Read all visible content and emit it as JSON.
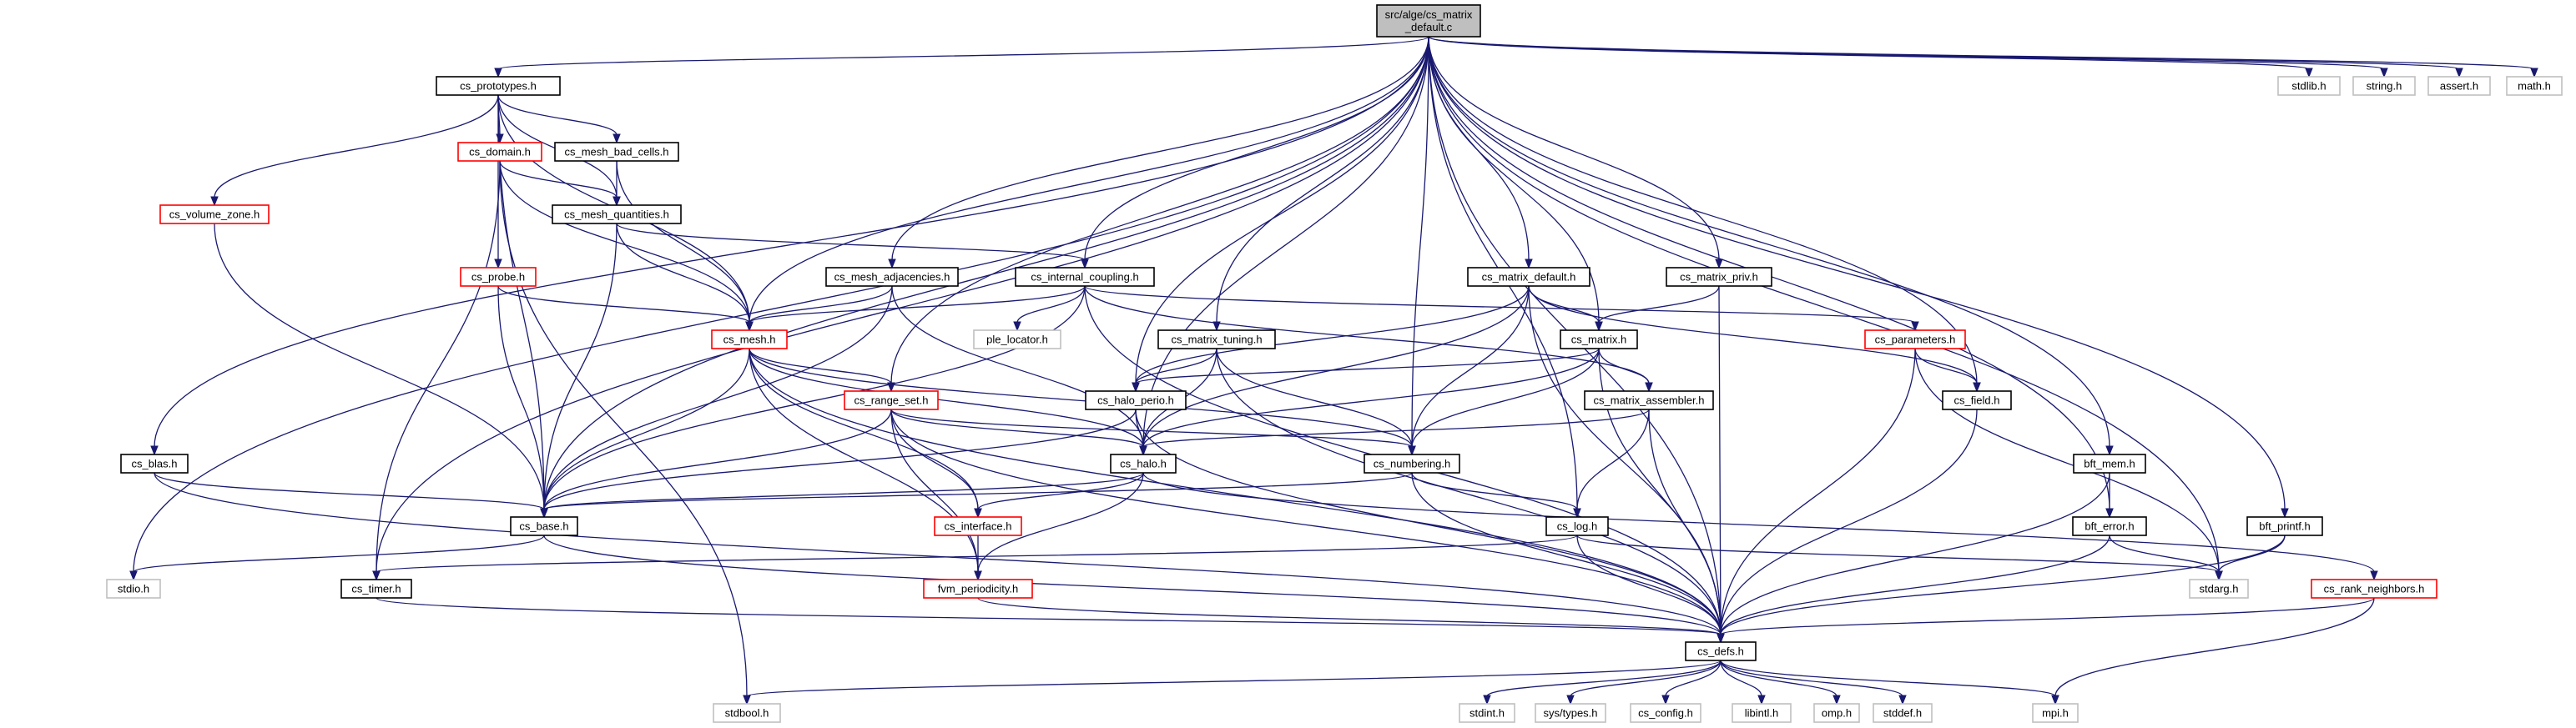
{
  "graph": {
    "title": "src/alge/cs_matrix_default.c",
    "edge_color": "#191970",
    "colors": {
      "std": "#000000",
      "red": "#ff0000",
      "ext": "#bfbfbf",
      "root_fill": "#bfbfbf"
    },
    "nodes": [
      {
        "id": "root",
        "lines": [
          "src/alge/cs_matrix",
          "_default.c"
        ],
        "kind": "root"
      },
      {
        "id": "cs_prototypes.h",
        "lines": [
          "cs_prototypes.h"
        ],
        "kind": "std"
      },
      {
        "id": "stdlib.h",
        "lines": [
          "stdlib.h"
        ],
        "kind": "ext"
      },
      {
        "id": "string.h",
        "lines": [
          "string.h"
        ],
        "kind": "ext"
      },
      {
        "id": "assert.h",
        "lines": [
          "assert.h"
        ],
        "kind": "ext"
      },
      {
        "id": "math.h",
        "lines": [
          "math.h"
        ],
        "kind": "ext"
      },
      {
        "id": "cs_domain.h",
        "lines": [
          "cs_domain.h"
        ],
        "kind": "red"
      },
      {
        "id": "cs_mesh_bad_cells.h",
        "lines": [
          "cs_mesh_bad_cells.h"
        ],
        "kind": "std"
      },
      {
        "id": "cs_volume_zone.h",
        "lines": [
          "cs_volume_zone.h"
        ],
        "kind": "red"
      },
      {
        "id": "cs_mesh_quantities.h",
        "lines": [
          "cs_mesh_quantities.h"
        ],
        "kind": "std"
      },
      {
        "id": "cs_probe.h",
        "lines": [
          "cs_probe.h"
        ],
        "kind": "red"
      },
      {
        "id": "cs_mesh_adjacencies.h",
        "lines": [
          "cs_mesh_adjacencies.h"
        ],
        "kind": "std"
      },
      {
        "id": "cs_internal_coupling.h",
        "lines": [
          "cs_internal_coupling.h"
        ],
        "kind": "std"
      },
      {
        "id": "cs_matrix_default.h",
        "lines": [
          "cs_matrix_default.h"
        ],
        "kind": "std"
      },
      {
        "id": "cs_matrix_priv.h",
        "lines": [
          "cs_matrix_priv.h"
        ],
        "kind": "std"
      },
      {
        "id": "cs_mesh.h",
        "lines": [
          "cs_mesh.h"
        ],
        "kind": "red"
      },
      {
        "id": "ple_locator.h",
        "lines": [
          "ple_locator.h"
        ],
        "kind": "ext"
      },
      {
        "id": "cs_matrix_tuning.h",
        "lines": [
          "cs_matrix_tuning.h"
        ],
        "kind": "std"
      },
      {
        "id": "cs_matrix.h",
        "lines": [
          "cs_matrix.h"
        ],
        "kind": "std"
      },
      {
        "id": "cs_parameters.h",
        "lines": [
          "cs_parameters.h"
        ],
        "kind": "red"
      },
      {
        "id": "cs_range_set.h",
        "lines": [
          "cs_range_set.h"
        ],
        "kind": "red"
      },
      {
        "id": "cs_halo_perio.h",
        "lines": [
          "cs_halo_perio.h"
        ],
        "kind": "std"
      },
      {
        "id": "cs_matrix_assembler.h",
        "lines": [
          "cs_matrix_assembler.h"
        ],
        "kind": "std"
      },
      {
        "id": "cs_field.h",
        "lines": [
          "cs_field.h"
        ],
        "kind": "std"
      },
      {
        "id": "cs_blas.h",
        "lines": [
          "cs_blas.h"
        ],
        "kind": "std"
      },
      {
        "id": "cs_halo.h",
        "lines": [
          "cs_halo.h"
        ],
        "kind": "std"
      },
      {
        "id": "cs_numbering.h",
        "lines": [
          "cs_numbering.h"
        ],
        "kind": "std"
      },
      {
        "id": "bft_mem.h",
        "lines": [
          "bft_mem.h"
        ],
        "kind": "std"
      },
      {
        "id": "cs_base.h",
        "lines": [
          "cs_base.h"
        ],
        "kind": "std"
      },
      {
        "id": "cs_interface.h",
        "lines": [
          "cs_interface.h"
        ],
        "kind": "red"
      },
      {
        "id": "cs_log.h",
        "lines": [
          "cs_log.h"
        ],
        "kind": "std"
      },
      {
        "id": "bft_error.h",
        "lines": [
          "bft_error.h"
        ],
        "kind": "std"
      },
      {
        "id": "bft_printf.h",
        "lines": [
          "bft_printf.h"
        ],
        "kind": "std"
      },
      {
        "id": "stdio.h",
        "lines": [
          "stdio.h"
        ],
        "kind": "ext"
      },
      {
        "id": "cs_timer.h",
        "lines": [
          "cs_timer.h"
        ],
        "kind": "std"
      },
      {
        "id": "fvm_periodicity.h",
        "lines": [
          "fvm_periodicity.h"
        ],
        "kind": "red"
      },
      {
        "id": "stdarg.h",
        "lines": [
          "stdarg.h"
        ],
        "kind": "ext"
      },
      {
        "id": "cs_rank_neighbors.h",
        "lines": [
          "cs_rank_neighbors.h"
        ],
        "kind": "red"
      },
      {
        "id": "cs_defs.h",
        "lines": [
          "cs_defs.h"
        ],
        "kind": "std"
      },
      {
        "id": "stdbool.h",
        "lines": [
          "stdbool.h"
        ],
        "kind": "ext"
      },
      {
        "id": "stdint.h",
        "lines": [
          "stdint.h"
        ],
        "kind": "ext"
      },
      {
        "id": "sys/types.h",
        "lines": [
          "sys/types.h"
        ],
        "kind": "ext"
      },
      {
        "id": "cs_config.h",
        "lines": [
          "cs_config.h"
        ],
        "kind": "ext"
      },
      {
        "id": "libintl.h",
        "lines": [
          "libintl.h"
        ],
        "kind": "ext"
      },
      {
        "id": "omp.h",
        "lines": [
          "omp.h"
        ],
        "kind": "ext"
      },
      {
        "id": "stddef.h",
        "lines": [
          "stddef.h"
        ],
        "kind": "ext"
      },
      {
        "id": "mpi.h",
        "lines": [
          "mpi.h"
        ],
        "kind": "ext"
      }
    ],
    "edges": [
      [
        "root",
        "cs_prototypes.h"
      ],
      [
        "root",
        "stdlib.h"
      ],
      [
        "root",
        "string.h"
      ],
      [
        "root",
        "assert.h"
      ],
      [
        "root",
        "math.h"
      ],
      [
        "root",
        "stdio.h"
      ],
      [
        "root",
        "cs_blas.h"
      ],
      [
        "root",
        "cs_base.h"
      ],
      [
        "root",
        "cs_timer.h"
      ],
      [
        "root",
        "cs_mesh.h"
      ],
      [
        "root",
        "cs_mesh_adjacencies.h"
      ],
      [
        "root",
        "cs_range_set.h"
      ],
      [
        "root",
        "cs_internal_coupling.h"
      ],
      [
        "root",
        "cs_halo.h"
      ],
      [
        "root",
        "cs_halo_perio.h"
      ],
      [
        "root",
        "cs_numbering.h"
      ],
      [
        "root",
        "cs_matrix_tuning.h"
      ],
      [
        "root",
        "cs_log.h"
      ],
      [
        "root",
        "cs_matrix_default.h"
      ],
      [
        "root",
        "cs_matrix.h"
      ],
      [
        "root",
        "cs_matrix_priv.h"
      ],
      [
        "root",
        "cs_field.h"
      ],
      [
        "root",
        "cs_defs.h"
      ],
      [
        "root",
        "bft_mem.h"
      ],
      [
        "root",
        "bft_error.h"
      ],
      [
        "root",
        "bft_printf.h"
      ],
      [
        "root",
        "stdarg.h"
      ],
      [
        "cs_prototypes.h",
        "cs_domain.h"
      ],
      [
        "cs_prototypes.h",
        "cs_mesh_bad_cells.h"
      ],
      [
        "cs_prototypes.h",
        "cs_volume_zone.h"
      ],
      [
        "cs_prototypes.h",
        "cs_probe.h"
      ],
      [
        "cs_prototypes.h",
        "cs_mesh_quantities.h"
      ],
      [
        "cs_prototypes.h",
        "cs_mesh.h"
      ],
      [
        "cs_prototypes.h",
        "cs_base.h"
      ],
      [
        "cs_domain.h",
        "cs_mesh_quantities.h"
      ],
      [
        "cs_domain.h",
        "cs_mesh.h"
      ],
      [
        "cs_domain.h",
        "cs_timer.h"
      ],
      [
        "cs_domain.h",
        "stdbool.h"
      ],
      [
        "cs_mesh_bad_cells.h",
        "cs_mesh_quantities.h"
      ],
      [
        "cs_mesh_bad_cells.h",
        "cs_mesh.h"
      ],
      [
        "cs_volume_zone.h",
        "cs_base.h"
      ],
      [
        "cs_mesh_quantities.h",
        "cs_mesh.h"
      ],
      [
        "cs_mesh_quantities.h",
        "cs_base.h"
      ],
      [
        "cs_mesh_quantities.h",
        "cs_internal_coupling.h"
      ],
      [
        "cs_probe.h",
        "cs_mesh.h"
      ],
      [
        "cs_probe.h",
        "cs_base.h"
      ],
      [
        "cs_mesh_adjacencies.h",
        "cs_mesh.h"
      ],
      [
        "cs_mesh_adjacencies.h",
        "cs_base.h"
      ],
      [
        "cs_mesh_adjacencies.h",
        "cs_halo.h"
      ],
      [
        "cs_internal_coupling.h",
        "cs_mesh.h"
      ],
      [
        "cs_internal_coupling.h",
        "ple_locator.h"
      ],
      [
        "cs_internal_coupling.h",
        "cs_parameters.h"
      ],
      [
        "cs_internal_coupling.h",
        "cs_matrix_assembler.h"
      ],
      [
        "cs_internal_coupling.h",
        "cs_defs.h"
      ],
      [
        "cs_internal_coupling.h",
        "cs_base.h"
      ],
      [
        "cs_matrix_default.h",
        "cs_matrix.h"
      ],
      [
        "cs_matrix_default.h",
        "cs_halo_perio.h"
      ],
      [
        "cs_matrix_default.h",
        "cs_halo.h"
      ],
      [
        "cs_matrix_default.h",
        "cs_numbering.h"
      ],
      [
        "cs_matrix_default.h",
        "cs_field.h"
      ],
      [
        "cs_matrix_default.h",
        "cs_defs.h"
      ],
      [
        "cs_matrix_priv.h",
        "cs_matrix.h"
      ],
      [
        "cs_matrix_priv.h",
        "cs_defs.h"
      ],
      [
        "cs_mesh.h",
        "cs_range_set.h"
      ],
      [
        "cs_mesh.h",
        "cs_base.h"
      ],
      [
        "cs_mesh.h",
        "cs_halo.h"
      ],
      [
        "cs_mesh.h",
        "cs_interface.h"
      ],
      [
        "cs_mesh.h",
        "cs_numbering.h"
      ],
      [
        "cs_mesh.h",
        "fvm_periodicity.h"
      ],
      [
        "cs_mesh.h",
        "cs_defs.h"
      ],
      [
        "cs_matrix_tuning.h",
        "cs_halo_perio.h"
      ],
      [
        "cs_matrix_tuning.h",
        "cs_halo.h"
      ],
      [
        "cs_matrix_tuning.h",
        "cs_numbering.h"
      ],
      [
        "cs_matrix_tuning.h",
        "cs_defs.h"
      ],
      [
        "cs_matrix.h",
        "cs_halo_perio.h"
      ],
      [
        "cs_matrix.h",
        "cs_matrix_assembler.h"
      ],
      [
        "cs_matrix.h",
        "cs_halo.h"
      ],
      [
        "cs_matrix.h",
        "cs_numbering.h"
      ],
      [
        "cs_matrix.h",
        "cs_defs.h"
      ],
      [
        "cs_parameters.h",
        "cs_field.h"
      ],
      [
        "cs_parameters.h",
        "cs_defs.h"
      ],
      [
        "cs_parameters.h",
        "stdarg.h"
      ],
      [
        "cs_range_set.h",
        "cs_halo.h"
      ],
      [
        "cs_range_set.h",
        "cs_interface.h"
      ],
      [
        "cs_range_set.h",
        "cs_base.h"
      ],
      [
        "cs_range_set.h",
        "fvm_periodicity.h"
      ],
      [
        "cs_range_set.h",
        "cs_defs.h"
      ],
      [
        "cs_range_set.h",
        "cs_numbering.h"
      ],
      [
        "cs_halo_perio.h",
        "cs_halo.h"
      ],
      [
        "cs_halo_perio.h",
        "cs_base.h"
      ],
      [
        "cs_halo_perio.h",
        "cs_defs.h"
      ],
      [
        "cs_matrix_assembler.h",
        "cs_halo.h"
      ],
      [
        "cs_matrix_assembler.h",
        "cs_log.h"
      ],
      [
        "cs_matrix_assembler.h",
        "cs_defs.h"
      ],
      [
        "cs_field.h",
        "cs_defs.h"
      ],
      [
        "cs_blas.h",
        "cs_base.h"
      ],
      [
        "cs_blas.h",
        "cs_defs.h"
      ],
      [
        "cs_halo.h",
        "cs_base.h"
      ],
      [
        "cs_halo.h",
        "cs_interface.h"
      ],
      [
        "cs_halo.h",
        "fvm_periodicity.h"
      ],
      [
        "cs_halo.h",
        "cs_rank_neighbors.h"
      ],
      [
        "cs_numbering.h",
        "cs_base.h"
      ],
      [
        "cs_numbering.h",
        "cs_log.h"
      ],
      [
        "cs_numbering.h",
        "cs_defs.h"
      ],
      [
        "bft_mem.h",
        "bft_error.h"
      ],
      [
        "bft_mem.h",
        "cs_defs.h"
      ],
      [
        "cs_base.h",
        "stdio.h"
      ],
      [
        "cs_base.h",
        "cs_defs.h"
      ],
      [
        "cs_interface.h",
        "fvm_periodicity.h"
      ],
      [
        "cs_log.h",
        "cs_timer.h"
      ],
      [
        "cs_log.h",
        "stdarg.h"
      ],
      [
        "cs_log.h",
        "cs_defs.h"
      ],
      [
        "bft_error.h",
        "stdarg.h"
      ],
      [
        "bft_error.h",
        "cs_defs.h"
      ],
      [
        "bft_printf.h",
        "stdarg.h"
      ],
      [
        "bft_printf.h",
        "cs_defs.h"
      ],
      [
        "cs_timer.h",
        "cs_defs.h"
      ],
      [
        "fvm_periodicity.h",
        "cs_defs.h"
      ],
      [
        "cs_rank_neighbors.h",
        "cs_defs.h"
      ],
      [
        "cs_rank_neighbors.h",
        "mpi.h"
      ],
      [
        "cs_defs.h",
        "stdbool.h"
      ],
      [
        "cs_defs.h",
        "stdint.h"
      ],
      [
        "cs_defs.h",
        "sys/types.h"
      ],
      [
        "cs_defs.h",
        "cs_config.h"
      ],
      [
        "cs_defs.h",
        "libintl.h"
      ],
      [
        "cs_defs.h",
        "omp.h"
      ],
      [
        "cs_defs.h",
        "stddef.h"
      ],
      [
        "cs_defs.h",
        "mpi.h"
      ]
    ]
  }
}
